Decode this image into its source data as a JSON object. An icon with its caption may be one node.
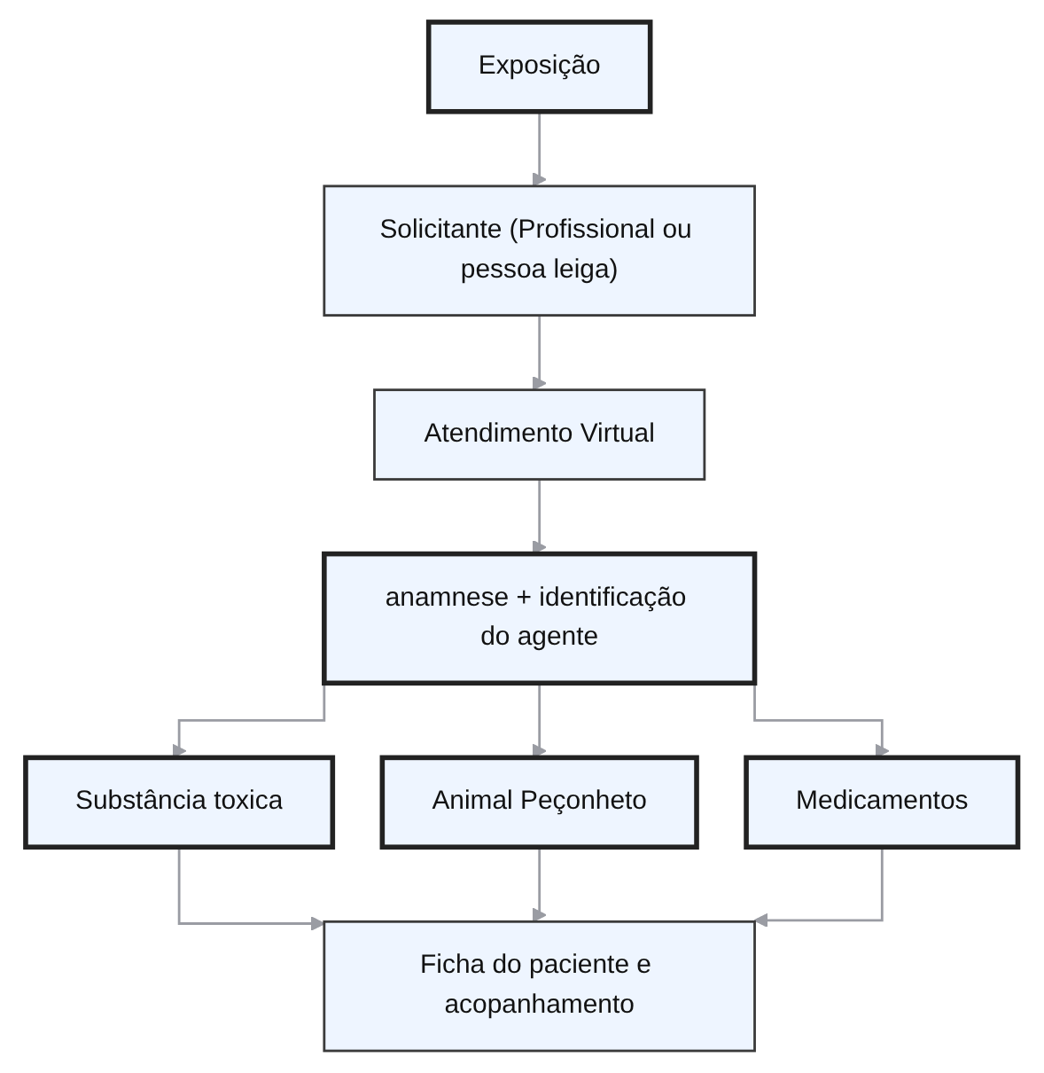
{
  "diagram": {
    "nodes": [
      {
        "text": [
          "Exposição"
        ]
      },
      {
        "text": [
          "Solicitante (Profissional ou pessoa leiga)"
        ]
      },
      {
        "text": [
          "Atendimento Virtual"
        ]
      },
      {
        "text": [
          "anamnese + identificação do agente"
        ]
      },
      {
        "text": [
          "Substância toxica"
        ]
      },
      {
        "text": [
          "Animal Peçonheto"
        ]
      },
      {
        "text": [
          "Medicamentos"
        ]
      },
      {
        "text": [
          "Ficha do paciente e acopanhamento"
        ]
      }
    ],
    "edges": [
      {
        "from": 0,
        "to": 1,
        "arrow": "to"
      },
      {
        "from": 1,
        "to": 2,
        "arrow": "to"
      },
      {
        "from": 2,
        "to": 3,
        "arrow": "to"
      },
      {
        "from": 3,
        "to": 4,
        "arrow": "to"
      },
      {
        "from": 3,
        "to": 5,
        "arrow": "to"
      },
      {
        "from": 3,
        "to": 6,
        "arrow": "to"
      },
      {
        "from": 4,
        "to": 7,
        "arrow": "to"
      },
      {
        "from": 5,
        "to": 7,
        "arrow": "to"
      },
      {
        "from": 6,
        "to": 7,
        "arrow": "to"
      }
    ]
  }
}
